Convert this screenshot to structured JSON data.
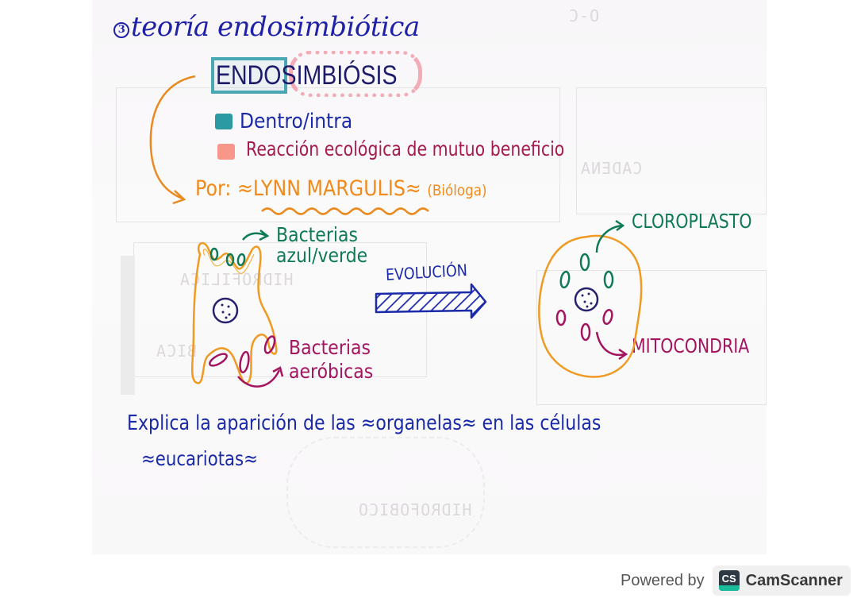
{
  "page": {
    "title_number": "3",
    "title": "teoría endosimbiótica",
    "heading": {
      "prefix_boxed": "ENDO",
      "suffix_clouded": "SIMBIÓSIS",
      "prefix_color": "#4aa7b4",
      "suffix_color": "#f2a0ab"
    },
    "legend": [
      {
        "color": "#2b9aa3",
        "text": "Dentro/intra"
      },
      {
        "color": "#f6978a",
        "text": "Reacción ecológica de mutuo beneficio"
      }
    ],
    "author_line": {
      "prefix": "Por: ",
      "name": "LYNN MARGULIS",
      "note": "(Bióloga)"
    },
    "diagram": {
      "left_cell_label_top": "Bacterias azul/verde",
      "left_cell_label_top_l1": "Bacterias",
      "left_cell_label_top_l2": "azul/verde",
      "left_cell_label_bottom_l1": "Bacterias",
      "left_cell_label_bottom_l2": "aeróbicas",
      "arrow_label": "EVOLUCIÓN",
      "right_cell_label_top": "CLOROPLASTO",
      "right_cell_label_bottom": "MITOCONDRIA"
    },
    "explanation": {
      "line1": "Explica la aparición de las ≈organelas≈ en las células",
      "line2": "≈eucariotas≈"
    },
    "colors": {
      "blue_ink": "#1b2aa8",
      "orange_ink": "#f08a1a",
      "green_ink": "#0f7a56",
      "purple_ink": "#a3155f",
      "navy_ink": "#1c1c6b"
    }
  },
  "footer": {
    "powered_by": "Powered by",
    "brand_logo": "CS",
    "brand_name": "CamScanner"
  }
}
